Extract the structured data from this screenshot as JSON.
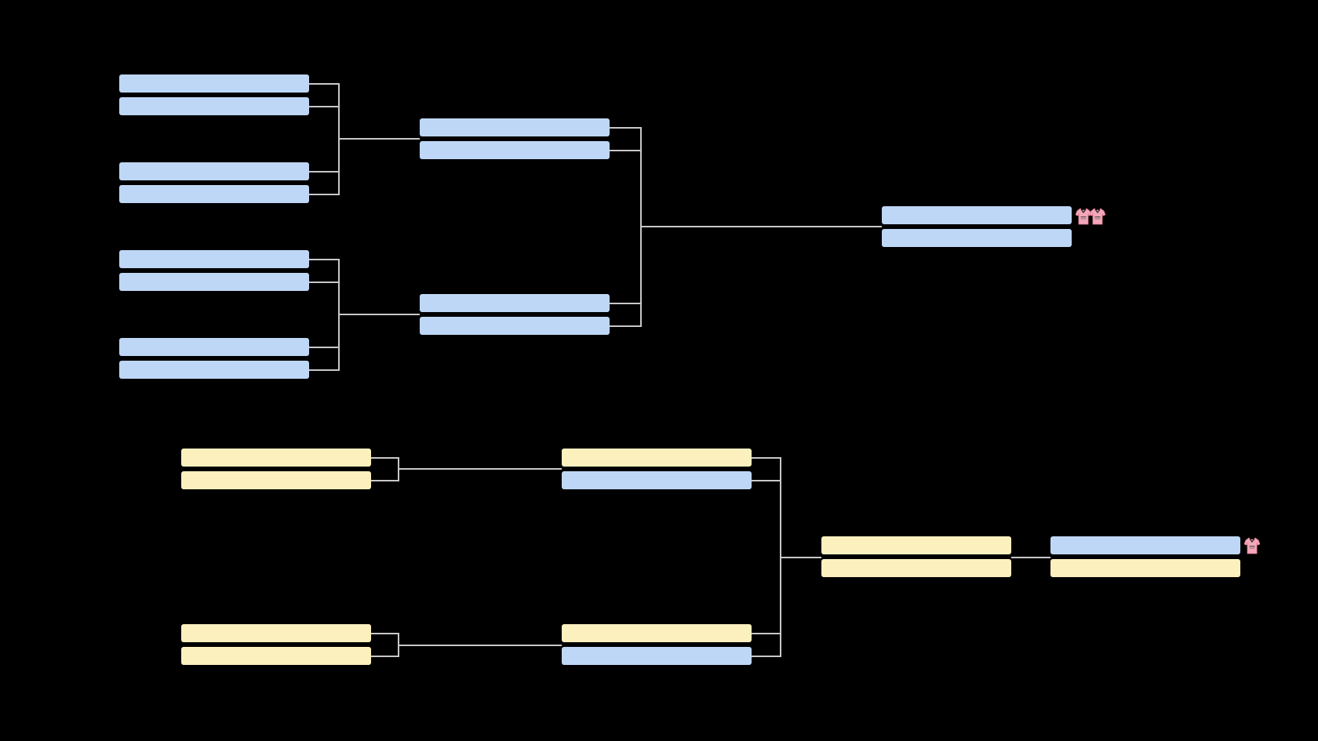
{
  "colors": {
    "background": "#000000",
    "winners_slot": "#bfd7f6",
    "losers_slot": "#fcf0bf",
    "connector": "#c8c8c8",
    "trophy_icon": "#f4a7b9"
  },
  "upper_bracket": {
    "round_1": [
      {
        "top": "",
        "bottom": "",
        "top_color": "blue",
        "bottom_color": "blue"
      },
      {
        "top": "",
        "bottom": "",
        "top_color": "blue",
        "bottom_color": "blue"
      },
      {
        "top": "",
        "bottom": "",
        "top_color": "blue",
        "bottom_color": "blue"
      },
      {
        "top": "",
        "bottom": "",
        "top_color": "blue",
        "bottom_color": "blue"
      }
    ],
    "round_2": [
      {
        "top": "",
        "bottom": "",
        "top_color": "blue",
        "bottom_color": "blue"
      },
      {
        "top": "",
        "bottom": "",
        "top_color": "blue",
        "bottom_color": "blue"
      }
    ],
    "final": {
      "top": "",
      "bottom": "",
      "top_color": "blue",
      "bottom_color": "blue",
      "trophy_icons": [
        "jersey-icon",
        "jersey-icon"
      ]
    }
  },
  "lower_bracket": {
    "round_1": [
      {
        "top": "",
        "bottom": "",
        "top_color": "yellow",
        "bottom_color": "yellow"
      },
      {
        "top": "",
        "bottom": "",
        "top_color": "yellow",
        "bottom_color": "yellow"
      }
    ],
    "round_2": [
      {
        "top": "",
        "bottom": "",
        "top_color": "yellow",
        "bottom_color": "blue"
      },
      {
        "top": "",
        "bottom": "",
        "top_color": "yellow",
        "bottom_color": "blue"
      }
    ],
    "round_3": {
      "top": "",
      "bottom": "",
      "top_color": "yellow",
      "bottom_color": "yellow"
    },
    "final": {
      "top": "",
      "bottom": "",
      "top_color": "blue",
      "bottom_color": "yellow",
      "trophy_icons": [
        "jersey-icon"
      ]
    }
  }
}
